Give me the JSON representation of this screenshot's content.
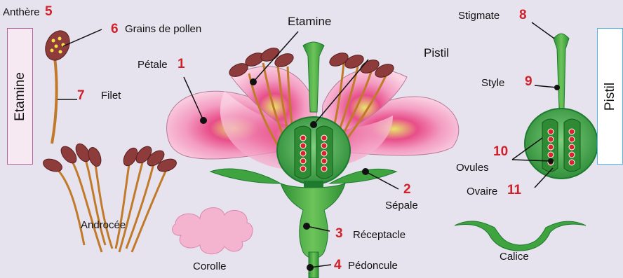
{
  "side_boxes": {
    "etamine": {
      "text": "Etamine",
      "fill": "#f6e9f1",
      "border": "#b5639b"
    },
    "pistil": {
      "text": "Pistil",
      "fill": "#ffffff",
      "border": "#4db6e6"
    }
  },
  "labels": {
    "anthere": "Anthère",
    "grains": "Grains de pollen",
    "filet": "Filet",
    "petale": "Pétale",
    "etamine": "Etamine",
    "pistil": "Pistil",
    "stigmate": "Stigmate",
    "style": "Style",
    "ovules": "Ovules",
    "ovaire": "Ovaire",
    "sepale": "Sépale",
    "receptacle": "Réceptacle",
    "pedoncule": "Pédoncule",
    "androcee": "Androcée",
    "corolle": "Corolle",
    "calice": "Calice"
  },
  "numbers": {
    "n1": "1",
    "n2": "2",
    "n3": "3",
    "n4": "4",
    "n5": "5",
    "n6": "6",
    "n7": "7",
    "n8": "8",
    "n9": "9",
    "n10": "10",
    "n11": "11"
  },
  "colors": {
    "background": "#e6e3ee",
    "number": "#d0202a",
    "stem_green": "#3fa33f",
    "dark_green": "#1e7a2e",
    "petal_pink": "#f4b3cf",
    "anther": "#8e3b3b",
    "filament": "#c07a2a",
    "ovule": "#d8242c"
  },
  "icons": [
    "flower-cross-section-illustration",
    "stamen-illustration",
    "pistil-illustration",
    "androecium-illustration",
    "corolla-illustration",
    "calyx-illustration"
  ]
}
